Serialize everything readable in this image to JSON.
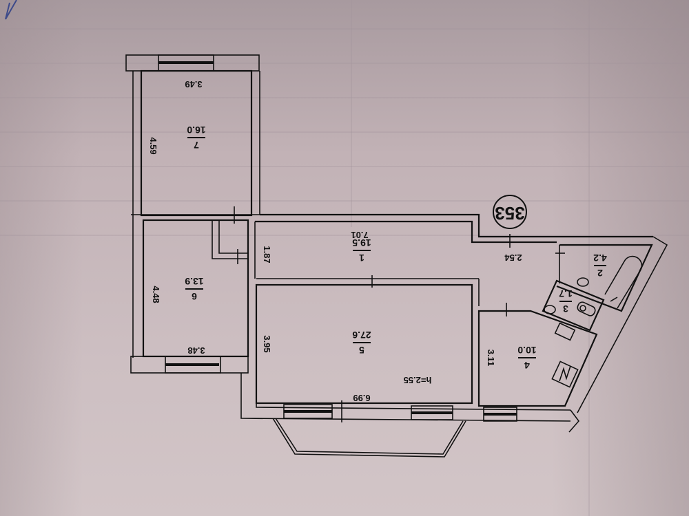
{
  "document": {
    "type": "apartment floor plan (scanned, rotated 180°)",
    "plan_number": "353",
    "ceiling_height": "h=2.55",
    "colors": {
      "paper": "#cdbfc2",
      "ink": "#111111",
      "pen_mark": "#3d4a8a"
    }
  },
  "rooms": [
    {
      "id": "1",
      "area": "19.5",
      "name_hint": "corridor / hallway"
    },
    {
      "id": "2",
      "area": "4.2",
      "name_hint": "bathroom (bathtub)"
    },
    {
      "id": "3",
      "area": "1.7",
      "name_hint": "toilet (WC)"
    },
    {
      "id": "4",
      "area": "10.0",
      "name_hint": "kitchen (stove)"
    },
    {
      "id": "5",
      "area": "27.6",
      "name_hint": "living room"
    },
    {
      "id": "6",
      "area": "13.9",
      "name_hint": "room"
    },
    {
      "id": "7",
      "area": "16.0",
      "name_hint": "room"
    }
  ],
  "dimensions": {
    "room7_width": "3.49",
    "room7_length": "4.59",
    "room6_length": "4.48",
    "room6_width": "3.48",
    "corridor_length": "7.01",
    "corridor_width": "1.87",
    "living_width": "3.95",
    "living_length": "6.99",
    "kitchen_width": "3.11",
    "hall_segment": "2.54"
  },
  "labels": {
    "r1_num": "1",
    "r1_area": "19.5",
    "r2_num": "2",
    "r2_area": "4.2",
    "r3_num": "3",
    "r3_area": "1.7",
    "r4_num": "4",
    "r4_area": "10.0",
    "r5_num": "5",
    "r5_area": "27.6",
    "r6_num": "6",
    "r6_area": "13.9",
    "r7_num": "7",
    "r7_area": "16.0"
  }
}
